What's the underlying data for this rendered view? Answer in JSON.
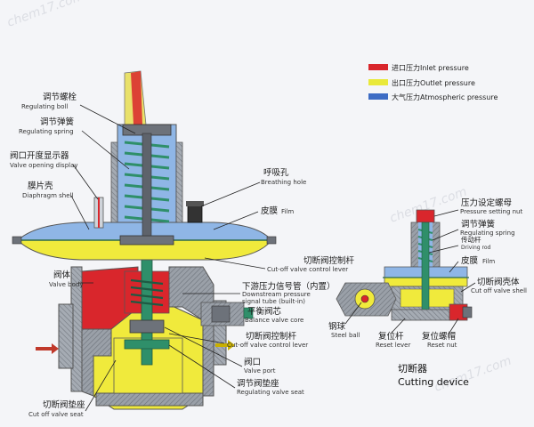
{
  "legend": [
    {
      "zh": "进口压力",
      "en": "Inlet pressure",
      "color": "#d9262c"
    },
    {
      "zh": "出口压力",
      "en": "Outlet pressure",
      "color": "#e9e93a"
    },
    {
      "zh": "大气压力",
      "en": "Atmospheric pressure",
      "color": "#3d6cc4"
    }
  ],
  "colors": {
    "inlet": "#d9262c",
    "outlet": "#f0ea3c",
    "atmospheric": "#8fb6e6",
    "metal": "#9aa0a8",
    "spring": "#2f8f6a"
  },
  "watermark": "chem17.com",
  "labels": {
    "regulating_bolt": {
      "zh": "调节螺栓",
      "en": "Regulating boll"
    },
    "regulating_spring": {
      "zh": "调节弹簧",
      "en": "Regulating spring"
    },
    "valve_opening_display": {
      "zh": "阀口开度显示器",
      "en": "Valve opening display"
    },
    "diaphragm_shell": {
      "zh": "膜片壳",
      "en": "Diaphragm shell"
    },
    "valve_body": {
      "zh": "阀体",
      "en": "Valve body"
    },
    "cutoff_valve_seat": {
      "zh": "切断阀垫座",
      "en": "Cut off valve seat"
    },
    "breathing_hole": {
      "zh": "呼吸孔",
      "en": "Breathing hole"
    },
    "film": {
      "zh": "皮膜",
      "en": "Film"
    },
    "cutoff_control_lever_top": {
      "zh": "切断阀控制杆",
      "en": "Cut-off valve control lever"
    },
    "downstream_tube": {
      "zh": "下游压力信号管（内置）",
      "en": "Downstream pressure",
      "en2": "signal tube (built-in)"
    },
    "balance_valve_core": {
      "zh": "平衡阀芯",
      "en": "Balance valve core"
    },
    "cutoff_control_lever": {
      "zh": "切断阀控制杆",
      "en": "Cut-off valve control lever"
    },
    "valve_port": {
      "zh": "阀口",
      "en": "Valve port"
    },
    "regulating_valve_seat": {
      "zh": "调节阀垫座",
      "en": "Regulating valve seat"
    },
    "pressure_setting_nut": {
      "zh": "压力设定螺母",
      "en": "Pressure setting nut"
    },
    "cut_regulating_spring": {
      "zh": "调节弹簧",
      "en": "Regulating spring"
    },
    "driving_rod": {
      "zh": "传动杆",
      "en": "Driving rod"
    },
    "cut_film": {
      "zh": "皮膜",
      "en": "Film"
    },
    "cutoff_valve_shell": {
      "zh": "切断阀壳体",
      "en": "Cut off valve shell"
    },
    "steel_ball": {
      "zh": "钢球",
      "en": "Steel ball"
    },
    "reset_lever": {
      "zh": "复位杆",
      "en": "Reset lever"
    },
    "reset_nut": {
      "zh": "复位螺帽",
      "en": "Reset nut"
    }
  },
  "cutting_device": {
    "zh": "切断器",
    "en": "Cutting device"
  }
}
